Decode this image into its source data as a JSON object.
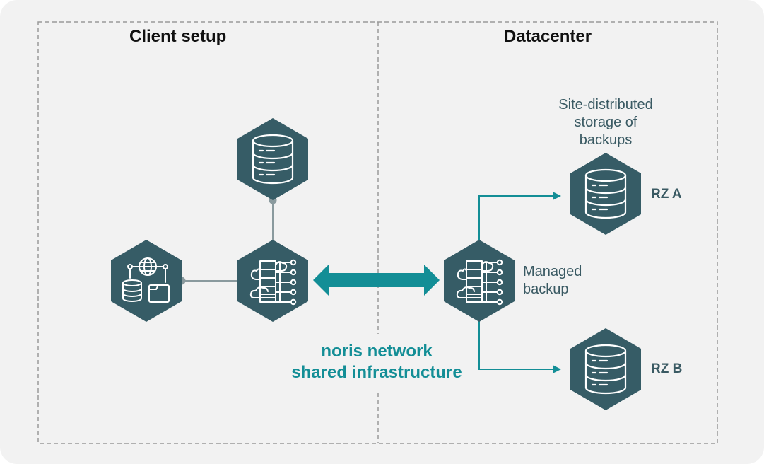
{
  "colors": {
    "hexagon": "#365c66",
    "accent": "#138e96",
    "connector": "#8a9a9e",
    "panel": "#f2f2f2"
  },
  "client": {
    "title": "Client setup"
  },
  "datacenter": {
    "title": "Datacenter",
    "storage_caption": [
      "Site-distributed",
      "storage of",
      "backups"
    ],
    "managed_label": [
      "Managed",
      "backup"
    ],
    "rz_a": "RZ A",
    "rz_b": "RZ B"
  },
  "network": {
    "line1": "noris network",
    "line2": "shared infrastructure"
  },
  "icons": {
    "client_db": "database-server-icon",
    "client_gateway": "server-cloud-gateway-icon",
    "client_network": "network-storage-icon",
    "managed_backup": "server-cloud-gateway-icon",
    "rz_a": "database-server-icon",
    "rz_b": "database-server-icon"
  }
}
